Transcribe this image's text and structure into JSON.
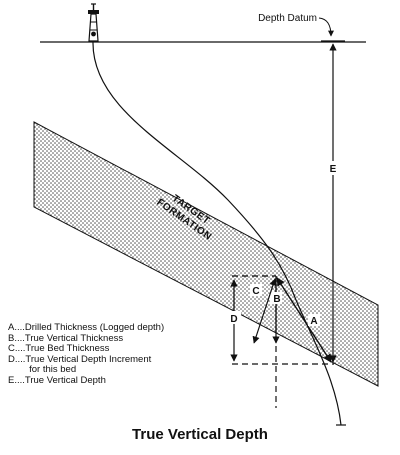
{
  "datum_label": "Depth Datum",
  "formation_label": [
    "TARGET",
    "FORMATION"
  ],
  "letters": {
    "a": "A",
    "b": "B",
    "c": "C",
    "d": "D",
    "e": "E"
  },
  "legend": [
    "A....Drilled Thickness (Logged depth)",
    "B....True Vertical Thickness",
    "C....True Bed Thickness",
    "D....True Vertical Depth Increment\n        for this bed",
    "E....True Vertical Depth"
  ],
  "caption": "True Vertical Depth"
}
